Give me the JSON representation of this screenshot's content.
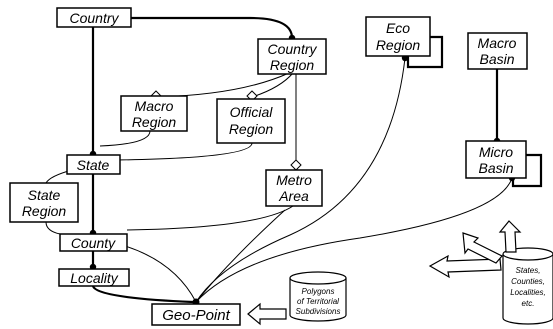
{
  "entities": {
    "country": "Country",
    "country_region": [
      "Country",
      "Region"
    ],
    "macro_region": [
      "Macro",
      "Region"
    ],
    "official_region": [
      "Official",
      "Region"
    ],
    "state": "State",
    "metro_area": [
      "Metro",
      "Area"
    ],
    "state_region": [
      "State",
      "Region"
    ],
    "county": "County",
    "locality": "Locality",
    "geo_point": "Geo-Point",
    "eco_region": [
      "Eco",
      "Region"
    ],
    "macro_basin": [
      "Macro",
      "Basin"
    ],
    "micro_basin": [
      "Micro",
      "Basin"
    ]
  },
  "databases": {
    "territorial_polygons": [
      "Polygons",
      "of Territorial",
      "Subdivisions"
    ],
    "admin_sources": [
      "States,",
      "Counties,",
      "Localities,",
      "etc."
    ]
  },
  "colors": {
    "stroke": "#000000",
    "fill": "#ffffff"
  }
}
